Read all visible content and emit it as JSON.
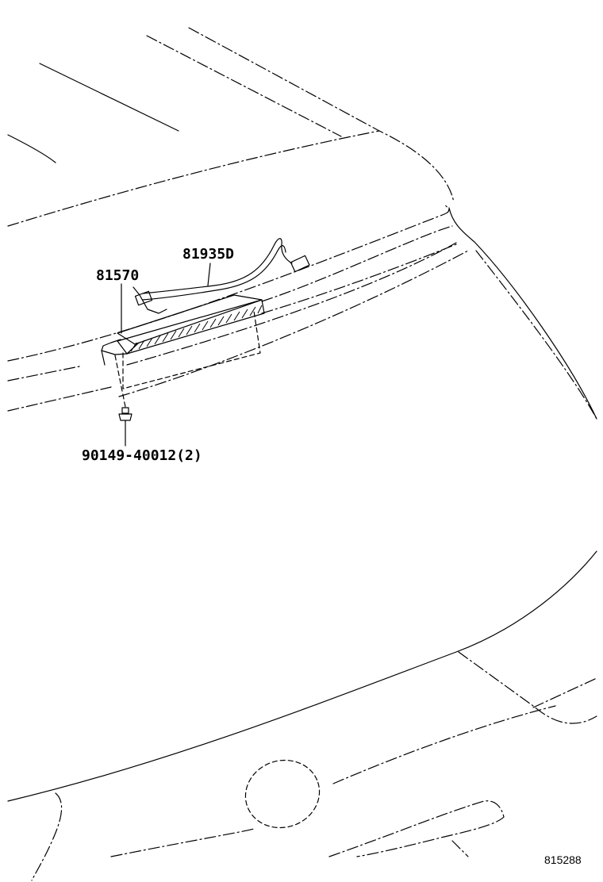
{
  "parts": {
    "stop_lamp": "81570",
    "wire": "81935D",
    "screw": "90149-40012(2)"
  },
  "diagram_ref": "815288"
}
